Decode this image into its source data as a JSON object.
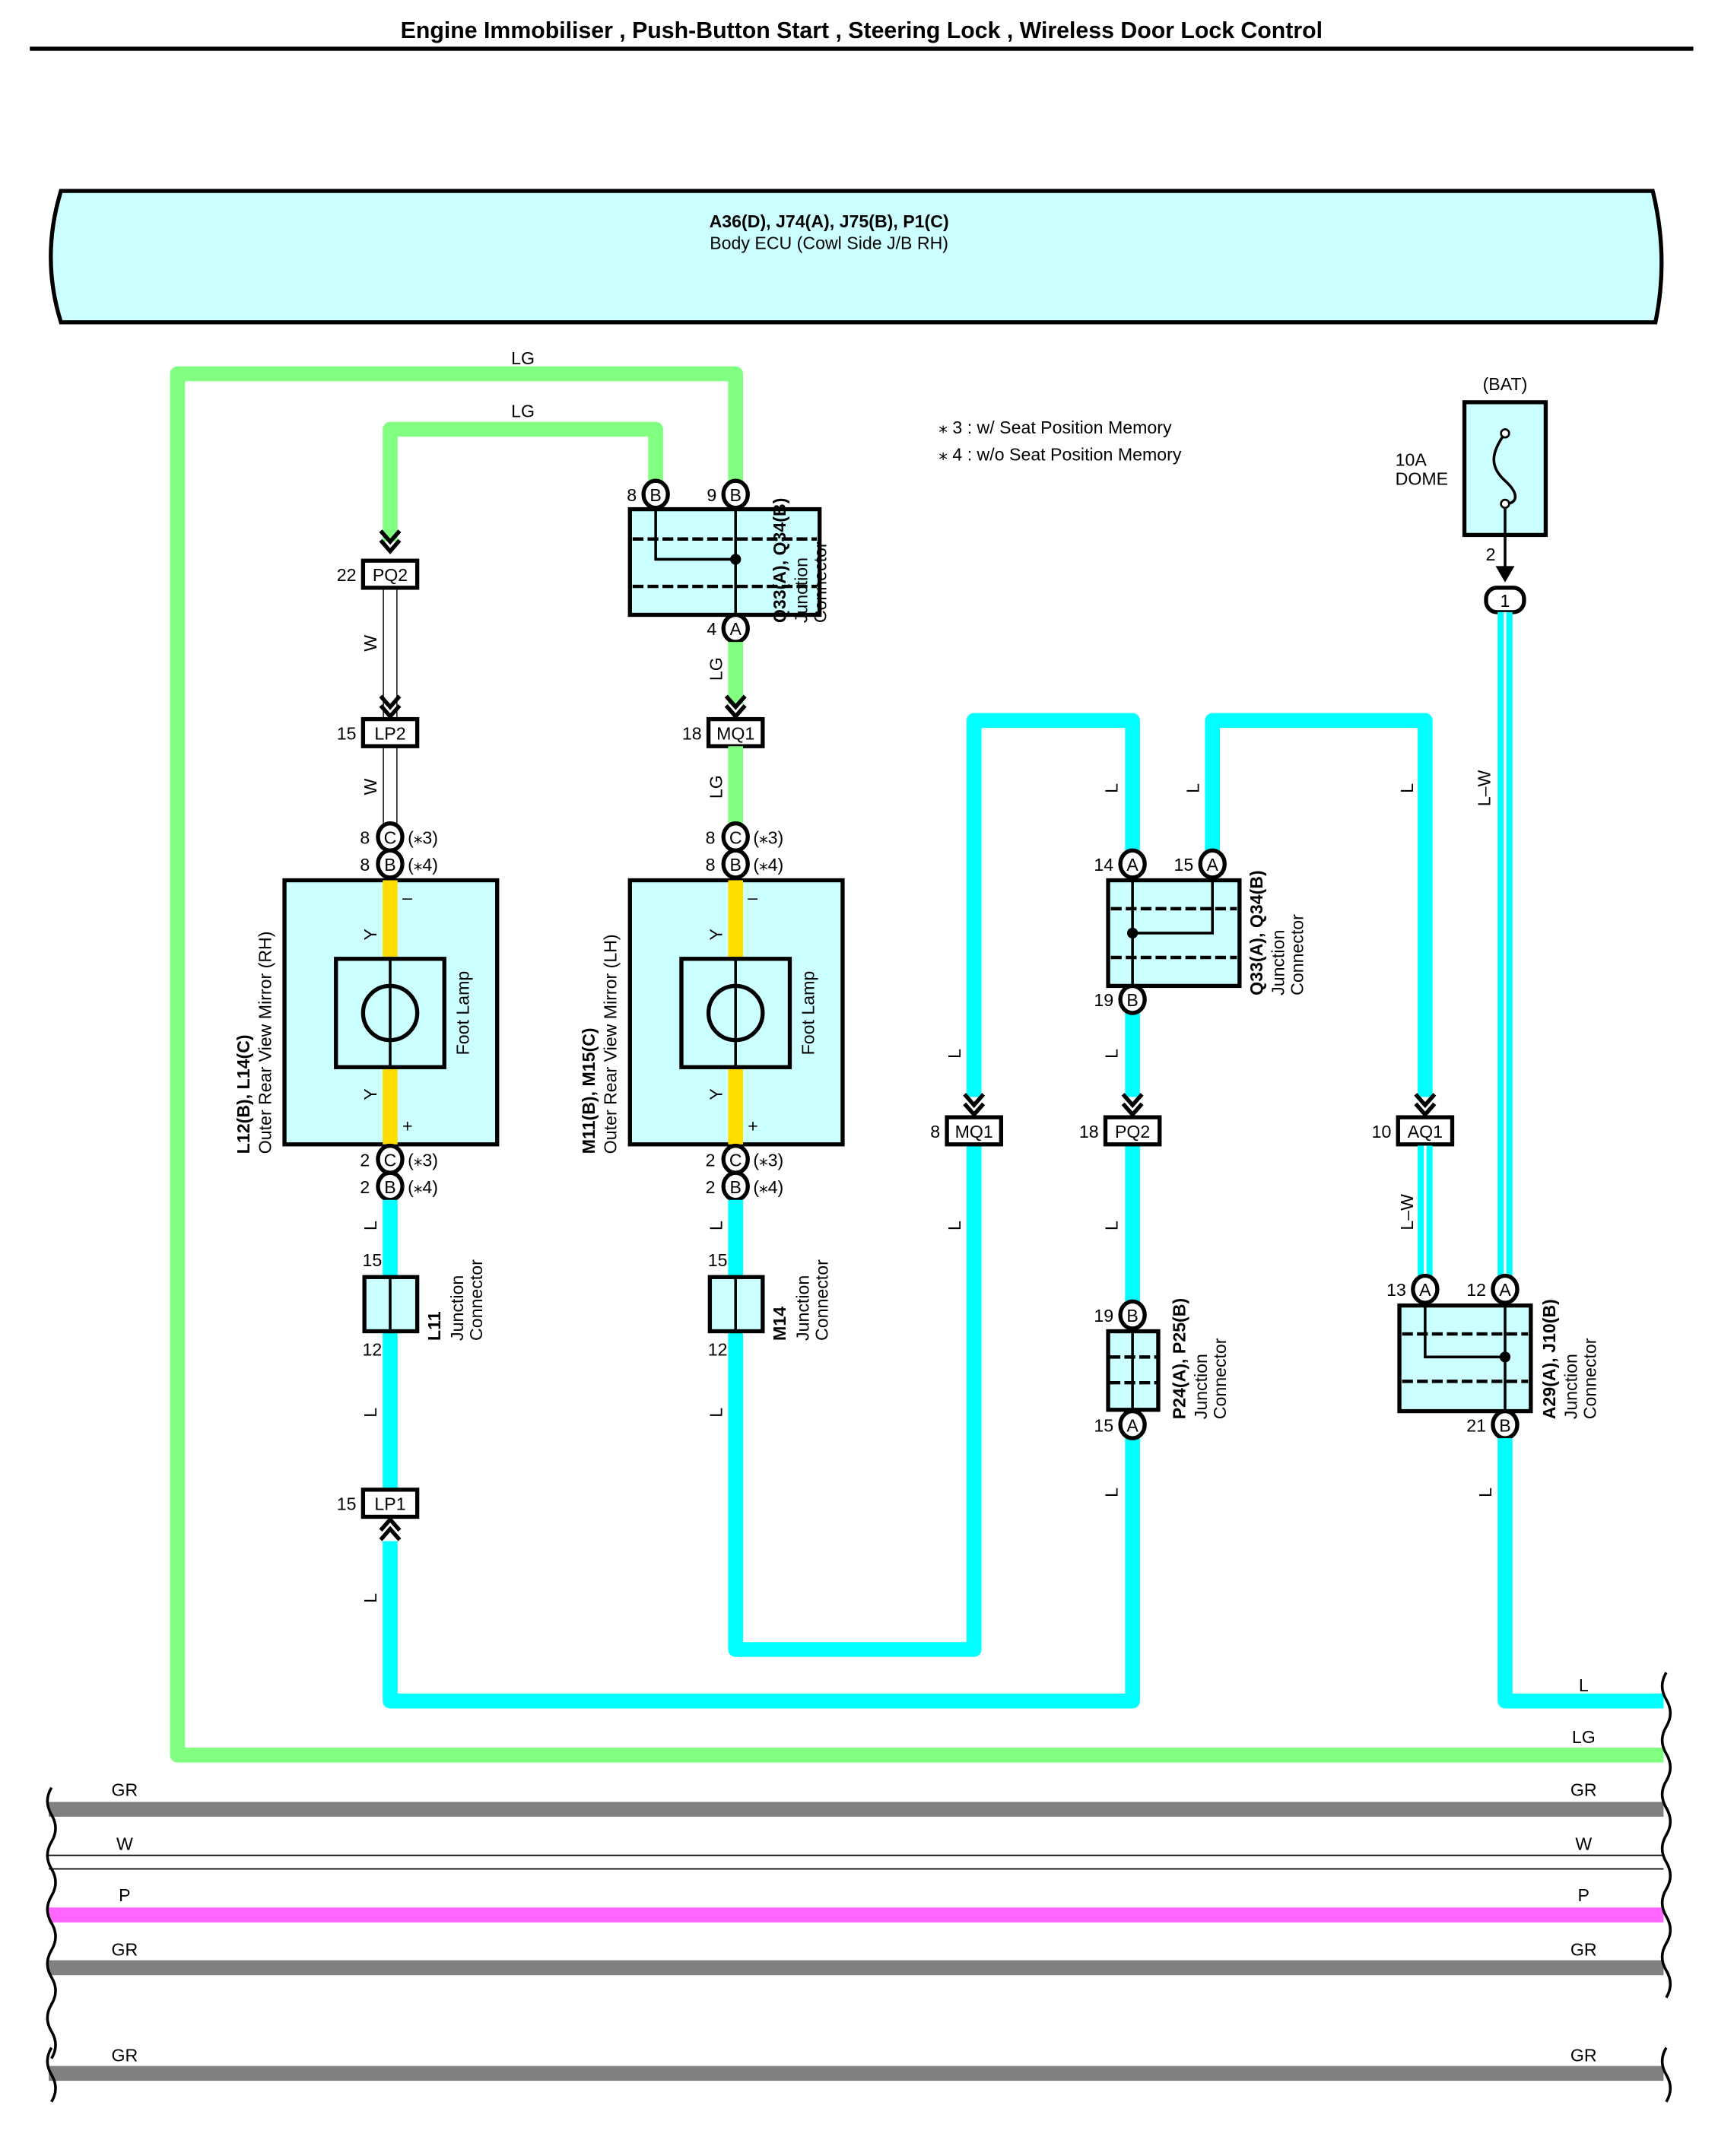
{
  "title": "Engine Immobiliser , Push-Button Start , Steering Lock , Wireless Door Lock Control",
  "ecu": {
    "code": "A36(D), J74(A), J75(B), P1(C)",
    "name": "Body ECU (Cowl Side J/B RH)"
  },
  "notes": [
    "⁎ 3 : w/ Seat Position Memory",
    "⁎ 4 : w/o Seat Position Memory"
  ],
  "fuse": {
    "source": "(BAT)",
    "rating": "10A",
    "name": "DOME",
    "pin": "2",
    "connector": "1"
  },
  "wire_colors": {
    "LG": "#80ff80",
    "L": "#00ffff",
    "Y": "#ffdd00",
    "GR": "#808080",
    "P": "#ff66ff",
    "W": "#ffffff"
  },
  "wire_labels": {
    "lg_top1": "LG",
    "lg_top2": "LG",
    "w": "W",
    "lg": "LG",
    "l": "L",
    "lw": "L–W",
    "y": "Y",
    "gr": "GR",
    "p": "P",
    "minus": "–",
    "plus": "+"
  },
  "inline_connectors": {
    "pq2_top": {
      "pin": "22",
      "name": "PQ2"
    },
    "lp2": {
      "pin": "15",
      "name": "LP2"
    },
    "mq1_mid": {
      "pin": "18",
      "name": "MQ1"
    },
    "mq1_right": {
      "pin": "8",
      "name": "MQ1"
    },
    "pq2_right": {
      "pin": "18",
      "name": "PQ2"
    },
    "aq1": {
      "pin": "10",
      "name": "AQ1"
    },
    "lp1": {
      "pin": "15",
      "name": "LP1"
    }
  },
  "jc_q33_top": {
    "code": "Q33(A), Q34(B)",
    "label1": "Junction",
    "label2": "Connector",
    "pins": [
      {
        "num": "8",
        "id": "B"
      },
      {
        "num": "9",
        "id": "B"
      },
      {
        "num": "4",
        "id": "A"
      }
    ]
  },
  "jc_q33_right": {
    "code": "Q33(A), Q34(B)",
    "label1": "Junction",
    "label2": "Connector",
    "pins": [
      {
        "num": "14",
        "id": "A"
      },
      {
        "num": "15",
        "id": "A"
      },
      {
        "num": "19",
        "id": "B"
      }
    ]
  },
  "jc_p24": {
    "code": "P24(A), P25(B)",
    "label1": "Junction",
    "label2": "Connector",
    "pins": [
      {
        "num": "19",
        "id": "B"
      },
      {
        "num": "15",
        "id": "A"
      }
    ]
  },
  "jc_a29": {
    "code": "A29(A), J10(B)",
    "label1": "Junction",
    "label2": "Connector",
    "pins": [
      {
        "num": "13",
        "id": "A"
      },
      {
        "num": "12",
        "id": "A"
      },
      {
        "num": "21",
        "id": "B"
      }
    ]
  },
  "jc_l11": {
    "code": "L11",
    "label1": "Junction",
    "label2": "Connector",
    "pin_top": "15",
    "pin_bottom": "12"
  },
  "jc_m14": {
    "code": "M14",
    "label1": "Junction",
    "label2": "Connector",
    "pin_top": "15",
    "pin_bottom": "12"
  },
  "mirror_rh": {
    "code": "L12(B), L14(C)",
    "name": "Outer Rear View Mirror (RH)",
    "lamp": "Foot Lamp",
    "pins": {
      "top_c": "8",
      "top_b": "8",
      "bot_c": "2",
      "bot_b": "2"
    },
    "ids": {
      "c": "C",
      "b": "B"
    },
    "notes": {
      "c": "(⁎3)",
      "b": "(⁎4)"
    }
  },
  "mirror_lh": {
    "code": "M11(B), M15(C)",
    "name": "Outer Rear View Mirror (LH)",
    "lamp": "Foot Lamp",
    "pins": {
      "top_c": "8",
      "top_b": "8",
      "bot_c": "2",
      "bot_b": "2"
    },
    "ids": {
      "c": "C",
      "b": "B"
    },
    "notes": {
      "c": "(⁎3)",
      "b": "(⁎4)"
    }
  },
  "bus_labels": {
    "right": [
      "L",
      "LG"
    ],
    "rows": [
      {
        "color": "GR"
      },
      {
        "color": "W"
      },
      {
        "color": "P"
      },
      {
        "color": "GR"
      },
      {
        "color": "GR"
      }
    ]
  }
}
